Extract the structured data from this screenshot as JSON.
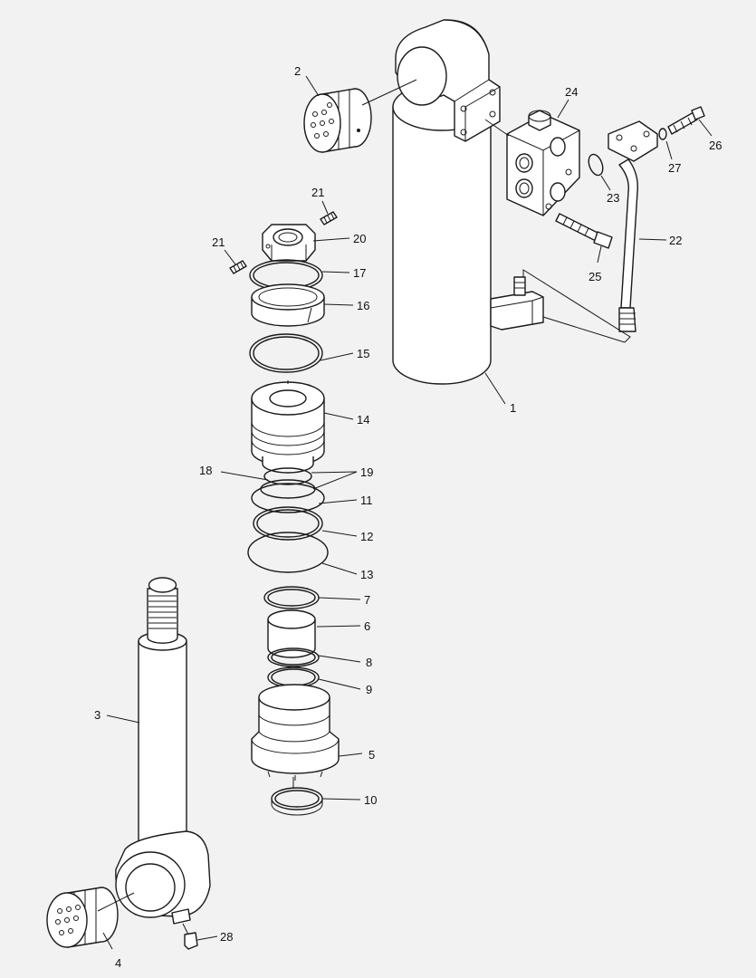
{
  "callouts": {
    "c1": "1",
    "c2": "2",
    "c3": "3",
    "c4": "4",
    "c5": "5",
    "c6": "6",
    "c7": "7",
    "c8": "8",
    "c9": "9",
    "c10": "10",
    "c11": "11",
    "c12": "12",
    "c13": "13",
    "c14": "14",
    "c15": "15",
    "c16": "16",
    "c17": "17",
    "c18": "18",
    "c19": "19",
    "c20": "20",
    "c21a": "21",
    "c21b": "21",
    "c22": "22",
    "c23": "23",
    "c24": "24",
    "c25": "25",
    "c26": "26",
    "c27": "27",
    "c28": "28"
  },
  "colors": {
    "line": "#1a1a1a",
    "fill": "#ffffff",
    "background": "#f2f2f2"
  }
}
